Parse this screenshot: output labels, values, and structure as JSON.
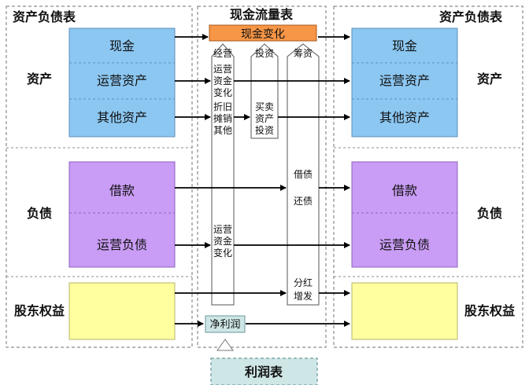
{
  "titles": {
    "left_balance_sheet": "资产负债表",
    "cash_flow_statement": "现金流量表",
    "right_balance_sheet": "资产负债表",
    "income_statement": "利润表"
  },
  "sections": {
    "assets": "资产",
    "liabilities": "负债",
    "equity": "股东权益"
  },
  "left_boxes": {
    "cash": "现金",
    "operating_assets": "运营资产",
    "other_assets": "其他资产",
    "loans": "借款",
    "operating_liabilities": "运营负债"
  },
  "right_boxes": {
    "cash": "现金",
    "operating_assets": "运营资产",
    "other_assets": "其他资产",
    "loans": "借款",
    "operating_liabilities": "运营负债"
  },
  "cash_flow": {
    "cash_change": "现金变化",
    "column_headers": [
      "经营",
      "投资",
      "筹资"
    ],
    "working_capital_change_1": [
      "运营",
      "资金",
      "变化"
    ],
    "depreciation": [
      "折旧",
      "摊销",
      "其他"
    ],
    "buy_sell_assets": [
      "买卖",
      "资产",
      "投资"
    ],
    "borrow": "借债",
    "repay": "还债",
    "working_capital_change_2": [
      "运营",
      "资金",
      "变化"
    ],
    "dividends_issuance": [
      "分红",
      "增发"
    ],
    "net_income": "净利润"
  },
  "colors": {
    "asset_blue": "#8cc7f2",
    "liability_purple": "#c99cf5",
    "equity_yellow": "#ffffa0",
    "cash_change_orange": "#f79646",
    "net_income_teal": "#cfe6e6",
    "dashed_border": "#8c8c8c"
  }
}
